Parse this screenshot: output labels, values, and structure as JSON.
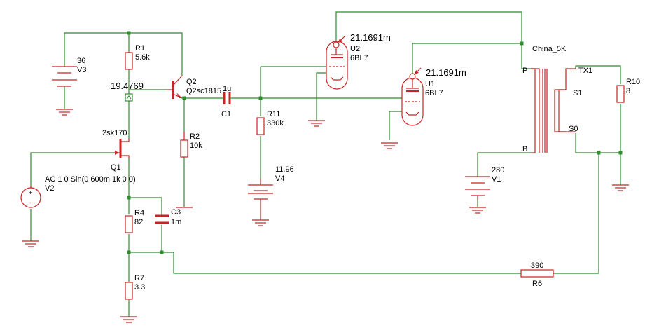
{
  "components": {
    "V3": {
      "value": "36",
      "ref": "V3"
    },
    "R1": {
      "ref": "R1",
      "value": "5.6k"
    },
    "node_voltage_q2": "19.4769",
    "Q2": {
      "ref": "Q2",
      "model": "Q2sc1815"
    },
    "C1": {
      "value": "1u",
      "ref": "C1"
    },
    "R2": {
      "ref": "R2",
      "value": "10k"
    },
    "Q1": {
      "model": "2sk170",
      "ref": "Q1"
    },
    "V2": {
      "source": "AC 1 0 Sin(0 600m 1k 0 0)",
      "ref": "V2"
    },
    "R4": {
      "ref": "R4",
      "value": "82"
    },
    "C3": {
      "ref": "C3",
      "value": "1m"
    },
    "R7": {
      "ref": "R7",
      "value": "3.3"
    },
    "R11": {
      "ref": "R11",
      "value": "330k"
    },
    "V4": {
      "value": "11.96",
      "ref": "V4"
    },
    "U2": {
      "probe": "21.1691m",
      "ref": "U2",
      "model": "6BL7"
    },
    "U1": {
      "probe": "21.1691m",
      "ref": "U1",
      "model": "6BL7"
    },
    "TX1": {
      "name": "China_5K",
      "ref": "TX1",
      "pin_p": "P",
      "pin_b": "B",
      "pin_s1": "S1",
      "pin_s0": "S0"
    },
    "V1": {
      "value": "280",
      "ref": "V1"
    },
    "R10": {
      "ref": "R10",
      "value": "8"
    },
    "R6": {
      "value": "390",
      "ref": "R6"
    }
  }
}
